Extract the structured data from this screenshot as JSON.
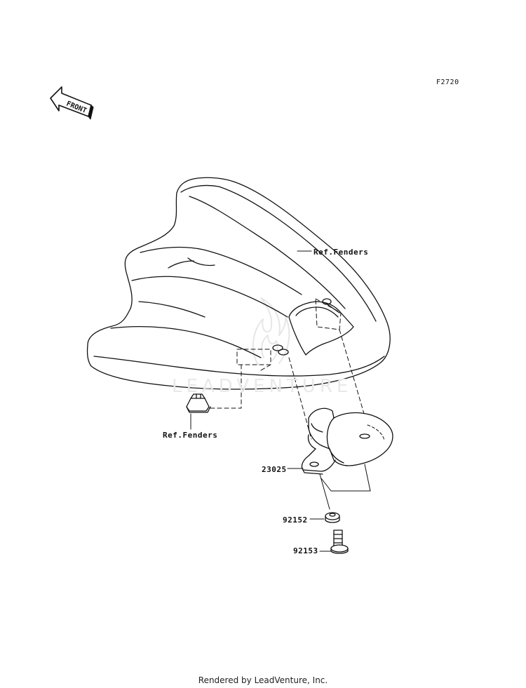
{
  "figure_code": "F2720",
  "front_arrow_text": "FRONT",
  "watermark": "LEADVENTURE",
  "callouts": {
    "ref_fenders_top": "Ref.Fenders",
    "ref_fenders_left": "Ref.Fenders",
    "part_23025": "23025",
    "part_92152": "92152",
    "part_92153": "92153"
  },
  "footer": "Rendered by LeadVenture, Inc."
}
